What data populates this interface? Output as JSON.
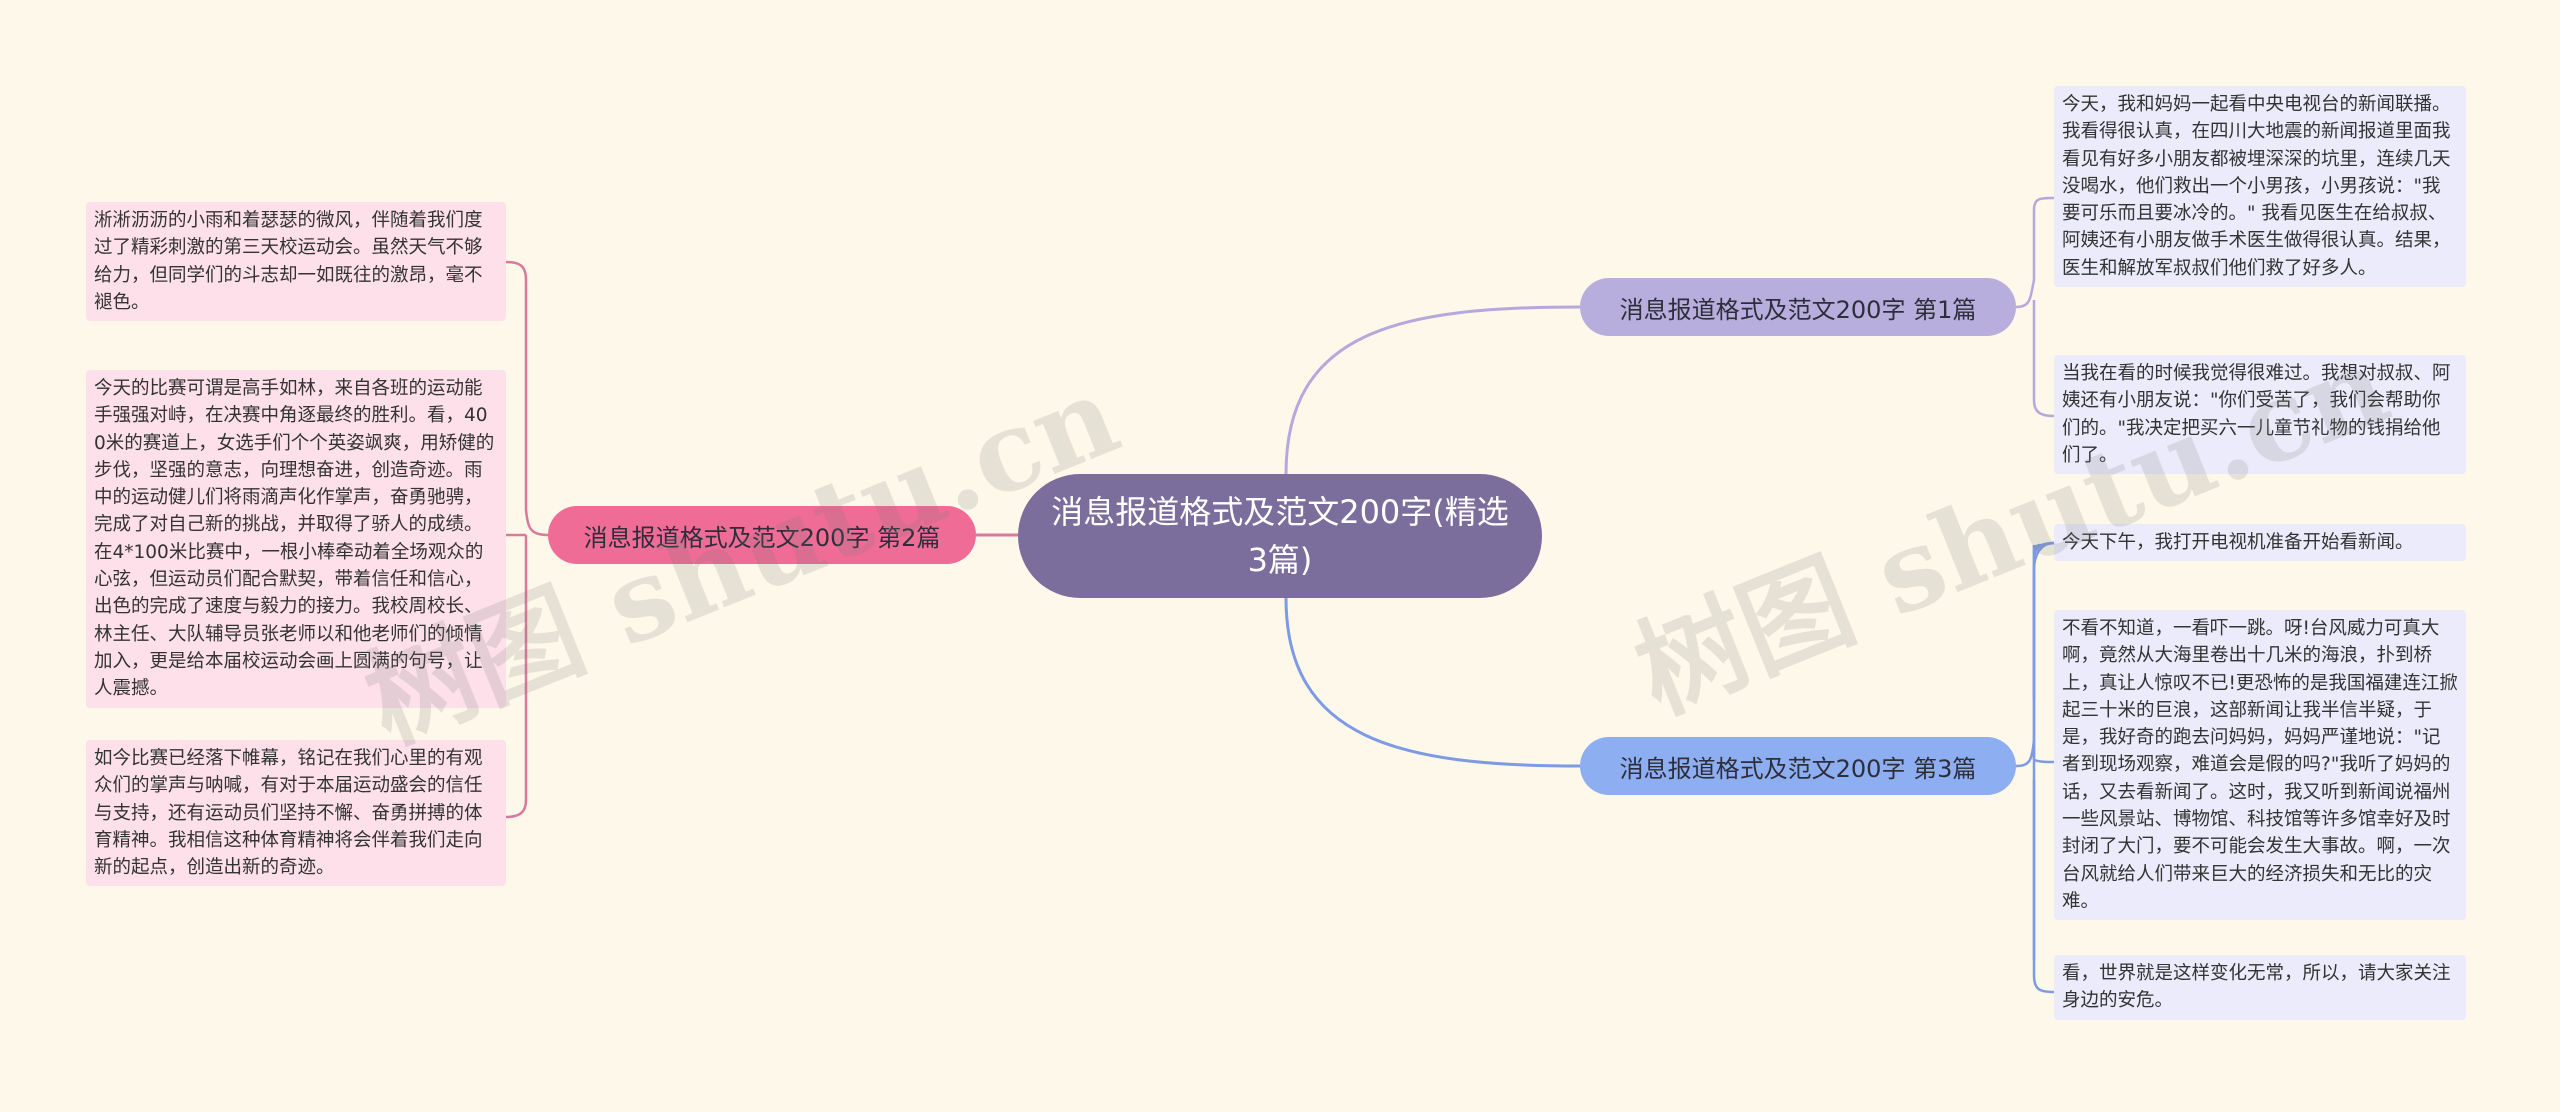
{
  "root": {
    "title": "消息报道格式及范文200字(精选3篇)"
  },
  "branches": [
    {
      "label": "消息报道格式及范文200字 第1篇",
      "leaves": [
        "今天，我和妈妈一起看中央电视台的新闻联播。我看得很认真，在四川大地震的新闻报道里面我看见有好多小朋友都被埋深深的坑里，连续几天没喝水，他们救出一个小男孩，小男孩说：\"我要可乐而且要冰冷的。\" 我看见医生在给叔叔、阿姨还有小朋友做手术医生做得很认真。结果，医生和解放军叔叔们他们救了好多人。",
        "当我在看的时候我觉得很难过。我想对叔叔、阿姨还有小朋友说：\"你们受苦了，我们会帮助你们的。\"我决定把买六一儿童节礼物的钱捐给他们了。"
      ]
    },
    {
      "label": "消息报道格式及范文200字 第2篇",
      "leaves": [
        "淅淅沥沥的小雨和着瑟瑟的微风，伴随着我们度过了精彩刺激的第三天校运动会。虽然天气不够给力，但同学们的斗志却一如既往的激昂，毫不褪色。",
        "今天的比赛可谓是高手如林，来自各班的运动能手强强对峙，在决赛中角逐最终的胜利。看，400米的赛道上，女选手们个个英姿飒爽，用矫健的步伐，坚强的意志，向理想奋进，创造奇迹。雨中的运动健儿们将雨滴声化作掌声，奋勇驰骋，完成了对自己新的挑战，并取得了骄人的成绩。在4*100米比赛中，一根小棒牵动着全场观众的心弦，但运动员们配合默契，带着信任和信心，出色的完成了速度与毅力的接力。我校周校长、林主任、大队辅导员张老师以和他老师们的倾情加入，更是给本届校运动会画上圆满的句号，让人震撼。",
        "如今比赛已经落下帷幕，铭记在我们心里的有观众们的掌声与呐喊，有对于本届运动盛会的信任与支持，还有运动员们坚持不懈、奋勇拼搏的体育精神。我相信这种体育精神将会伴着我们走向新的起点，创造出新的奇迹。"
      ]
    },
    {
      "label": "消息报道格式及范文200字 第3篇",
      "leaves": [
        "今天下午，我打开电视机准备开始看新闻。",
        "不看不知道，一看吓一跳。呀!台风威力可真大啊，竟然从大海里卷出十几米的海浪，扑到桥上，真让人惊叹不已!更恐怖的是我国福建连江掀起三十米的巨浪，这部新闻让我半信半疑，于是，我好奇的跑去问妈妈，妈妈严谨地说：\"记者到现场观察，难道会是假的吗?\"我听了妈妈的话，又去看新闻了。这时，我又听到新闻说福州一些风景站、博物馆、科技馆等许多馆幸好及时封闭了大门，要不可能会发生大事故。啊，一次台风就给人们带来巨大的经济损失和无比的灾难。",
        "看，世界就是这样变化无常，所以，请大家关注身边的安危。"
      ]
    }
  ],
  "watermark": {
    "text": "树图 shutu.cn"
  },
  "colors": {
    "background": "#fdf8ea",
    "root": "#7b6d9c",
    "branch1": "#b8aede",
    "branch2": "#ef6c97",
    "branch3": "#8eaef2",
    "leaf_right": "#ecebfb",
    "leaf_left": "#fde0ea",
    "line1": "#b4a8dc",
    "line2": "#d9799c",
    "line3": "#7d9ae6"
  }
}
